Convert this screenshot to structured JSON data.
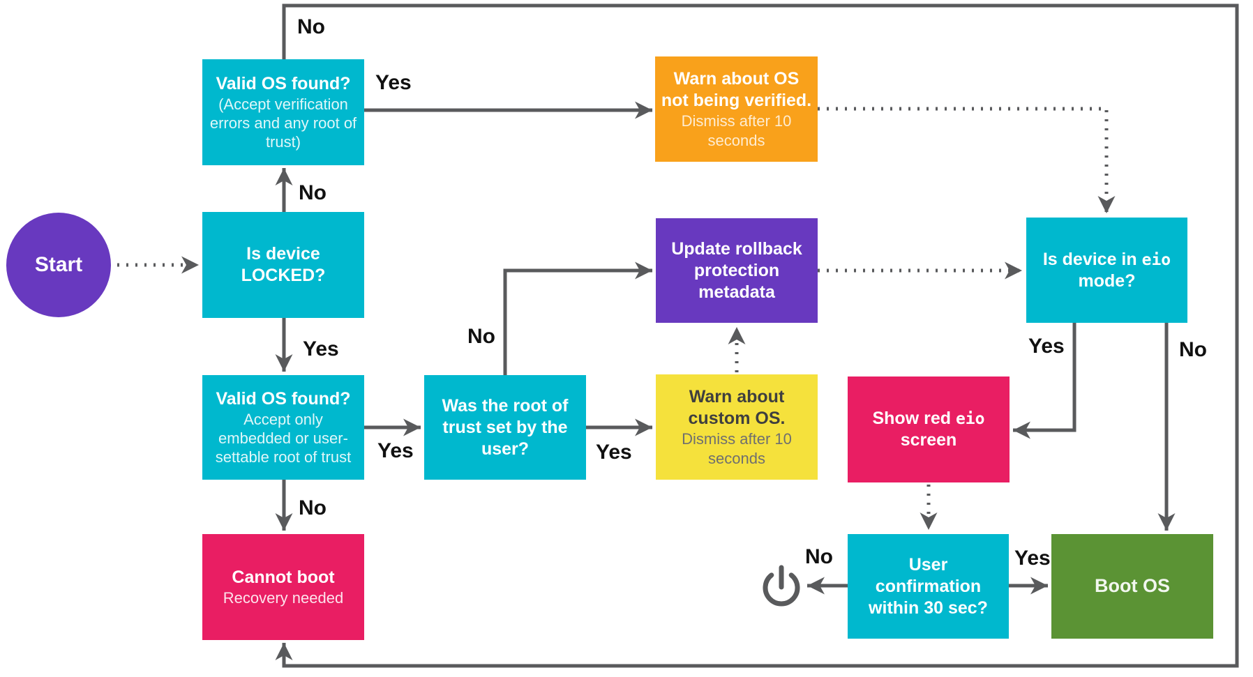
{
  "nodes": {
    "start": {
      "label": "Start"
    },
    "valid_os_locked": {
      "title": "Valid OS found?",
      "subtitle": "(Accept verification errors and any root of trust)"
    },
    "is_locked": {
      "title": "Is device LOCKED?"
    },
    "warn_unverified": {
      "title": "Warn about OS not being verified.",
      "subtitle": "Dismiss after 10 seconds"
    },
    "valid_os_unlocked": {
      "title": "Valid OS found?",
      "subtitle": "Accept only embedded or user-settable root of trust"
    },
    "root_of_trust": {
      "title": "Was the root of trust set by the user?"
    },
    "warn_custom": {
      "title": "Warn about custom OS.",
      "subtitle": "Dismiss after 10 seconds"
    },
    "update_rollback": {
      "title": "Update rollback protection metadata"
    },
    "eio_mode": {
      "pre": "Is device in ",
      "mono": "eio",
      "post": " mode?"
    },
    "show_red": {
      "pre": "Show red ",
      "mono": "eio",
      "post": " screen"
    },
    "cannot_boot": {
      "title": "Cannot boot",
      "subtitle": "Recovery needed"
    },
    "user_confirm": {
      "title": "User confirmation within 30 sec?"
    },
    "boot_os": {
      "title": "Boot OS"
    }
  },
  "labels": {
    "loop_no": "No",
    "locked_no": "No",
    "valid_top_yes": "Yes",
    "locked_yes": "Yes",
    "valid_mid_yes": "Yes",
    "valid_mid_no": "No",
    "root_no": "No",
    "root_yes": "Yes",
    "eio_yes": "Yes",
    "eio_no": "No",
    "confirm_no": "No",
    "confirm_yes": "Yes"
  },
  "icons": {
    "power": "power-icon"
  },
  "colors": {
    "cyan": "#00B8CE",
    "orange": "#F9A11B",
    "purple": "#6839BF",
    "yellow": "#F5E13C",
    "pink": "#E91E63",
    "green": "#5B9334",
    "line": "#595A5C",
    "label": "#111111"
  }
}
